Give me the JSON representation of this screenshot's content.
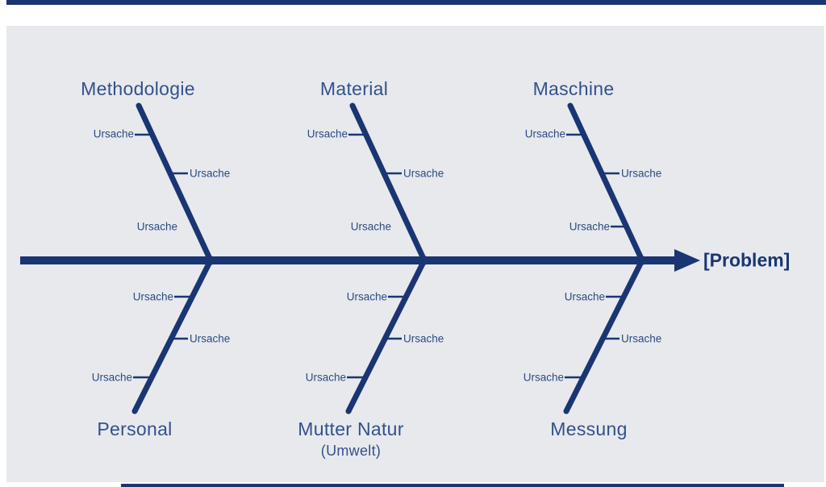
{
  "colors": {
    "accent": "#1a3572",
    "panel_background": "#e7e9ed",
    "category_text": "#33518c",
    "cause_text": "#2d4b82"
  },
  "diagram": {
    "type": "fishbone-ishikawa",
    "problem": "[Problem]",
    "top_categories": [
      {
        "label": "Methodologie",
        "causes": [
          "Ursache",
          "Ursache",
          "Ursache"
        ]
      },
      {
        "label": "Material",
        "causes": [
          "Ursache",
          "Ursache",
          "Ursache"
        ]
      },
      {
        "label": "Maschine",
        "causes": [
          "Ursache",
          "Ursache",
          "Ursache"
        ]
      }
    ],
    "bottom_categories": [
      {
        "label": "Personal",
        "causes": [
          "Ursache",
          "Ursache",
          "Ursache"
        ]
      },
      {
        "label": "Mutter Natur",
        "sublabel": "(Umwelt)",
        "causes": [
          "Ursache",
          "Ursache",
          "Ursache"
        ]
      },
      {
        "label": "Messung",
        "causes": [
          "Ursache",
          "Ursache",
          "Ursache"
        ]
      }
    ]
  }
}
